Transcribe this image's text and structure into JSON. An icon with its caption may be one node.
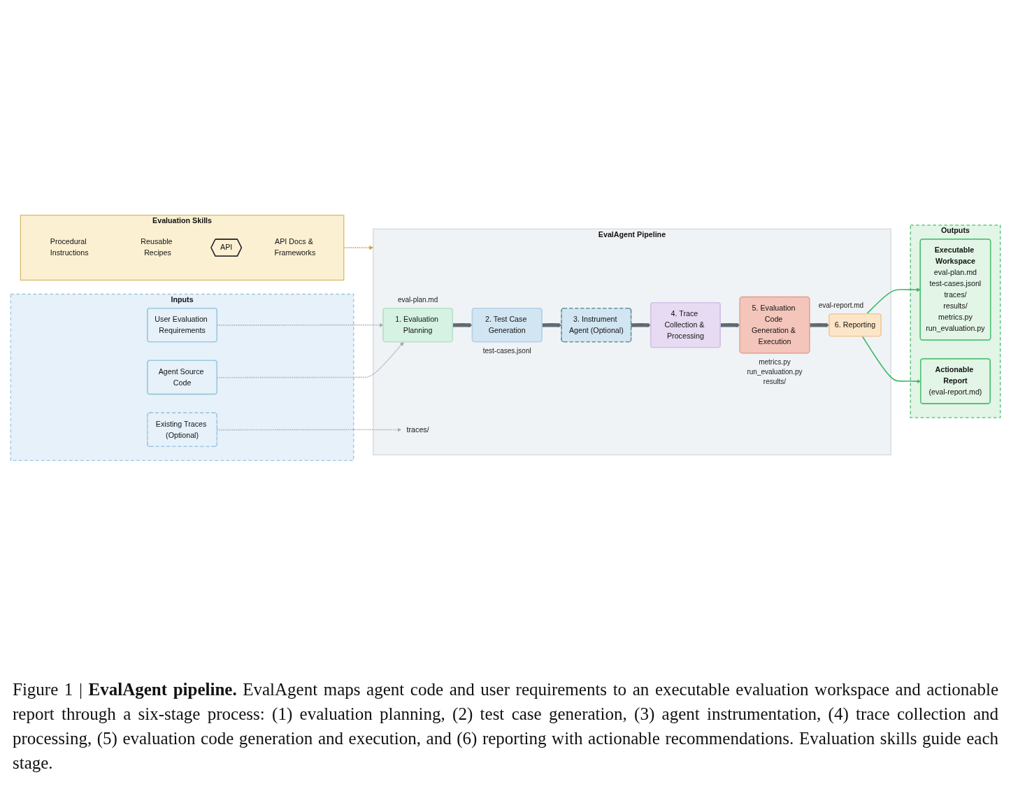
{
  "diagram": {
    "caption": "Figure 1 | **EvalAgent pipeline.** EvalAgent maps agent code and user requirements to an executable evaluation workspace and actionable report through a six-stage process: (1) evaluation planning, (2) test case generation, (3) agent instrumentation, (4) trace collection and processing, (5) evaluation code generation and execution, and (6) reporting with actionable recommendations. Evaluation skills guide each stage.",
    "nodes": [
      {
        "text": [
          "Evaluation Skills"
        ]
      },
      {
        "text": [
          "Procedural Instructions"
        ],
        "in": 0
      },
      {
        "text": [
          "Reusable Recipes"
        ],
        "in": 0
      },
      {
        "text": [
          "API"
        ],
        "in": 0
      },
      {
        "text": [
          "API Docs & Frameworks"
        ],
        "in": 0
      },
      {
        "text": [
          "Inputs"
        ]
      },
      {
        "text": [
          "Agent Source Code"
        ],
        "in": 5
      },
      {
        "text": [
          "User Evaluation Requirements"
        ],
        "in": 5
      },
      {
        "text": [
          "Existing Traces (Optional)"
        ],
        "in": 5
      },
      {
        "text": [
          "EvalAgent Pipeline"
        ]
      },
      {
        "text": [
          "1. Evaluation Planning"
        ],
        "in": 9,
        "beside": [
          "eval-plan.md"
        ]
      },
      {
        "text": [
          "2. Test Case Generation"
        ],
        "in": 9,
        "beside": [
          "test-cases.jsonl"
        ]
      },
      {
        "text": [
          "3. Instrument Agent (Optional)"
        ],
        "in": 9
      },
      {
        "text": [
          "4. Trace Collection & Processing"
        ],
        "in": 9
      },
      {
        "text": [
          "5. Evaluation Code Generation & Execution"
        ],
        "in": 9,
        "beside": [
          "metrics.py",
          "run_evaluation.py",
          "results/"
        ]
      },
      {
        "text": [
          "6. Reporting"
        ],
        "in": 9,
        "beside": [
          "eval-report.md"
        ]
      },
      {
        "text": [
          "traces/"
        ],
        "in": 9
      },
      {
        "text": [
          "Outputs"
        ]
      },
      {
        "text": [
          "Executable Workspace",
          "eval-plan.md",
          "test-cases.jsonl",
          "traces/",
          "results/",
          "metrics.py",
          "run_evaluation.py"
        ],
        "in": 17
      },
      {
        "text": [
          "Actionable Report",
          "(eval-report.md)"
        ],
        "in": 17
      }
    ],
    "edges": [
      {
        "from": 0,
        "to": 9,
        "arrow": "to",
        "style": "dashed",
        "color": "#c9a43c"
      },
      {
        "from": 6,
        "to": 10,
        "arrow": "to",
        "style": "dashed",
        "color": "#a3acb4"
      },
      {
        "from": 7,
        "to": 10,
        "arrow": "to",
        "style": "dashed",
        "color": "#a3acb4"
      },
      {
        "from": 8,
        "to": 16,
        "arrow": "to",
        "style": "dashed",
        "color": "#a3acb4"
      },
      {
        "from": 10,
        "to": 11,
        "arrow": "to",
        "style": "thick"
      },
      {
        "from": 11,
        "to": 12,
        "arrow": "to",
        "style": "thick"
      },
      {
        "from": 12,
        "to": 13,
        "arrow": "to",
        "style": "thick"
      },
      {
        "from": 13,
        "to": 14,
        "arrow": "to",
        "style": "thick"
      },
      {
        "from": 14,
        "to": 15,
        "arrow": "to",
        "style": "thick"
      },
      {
        "from": 15,
        "to": 18,
        "arrow": "to",
        "color": "#3dbb66"
      },
      {
        "from": 15,
        "to": 19,
        "arrow": "to",
        "color": "#3dbb66"
      }
    ]
  }
}
